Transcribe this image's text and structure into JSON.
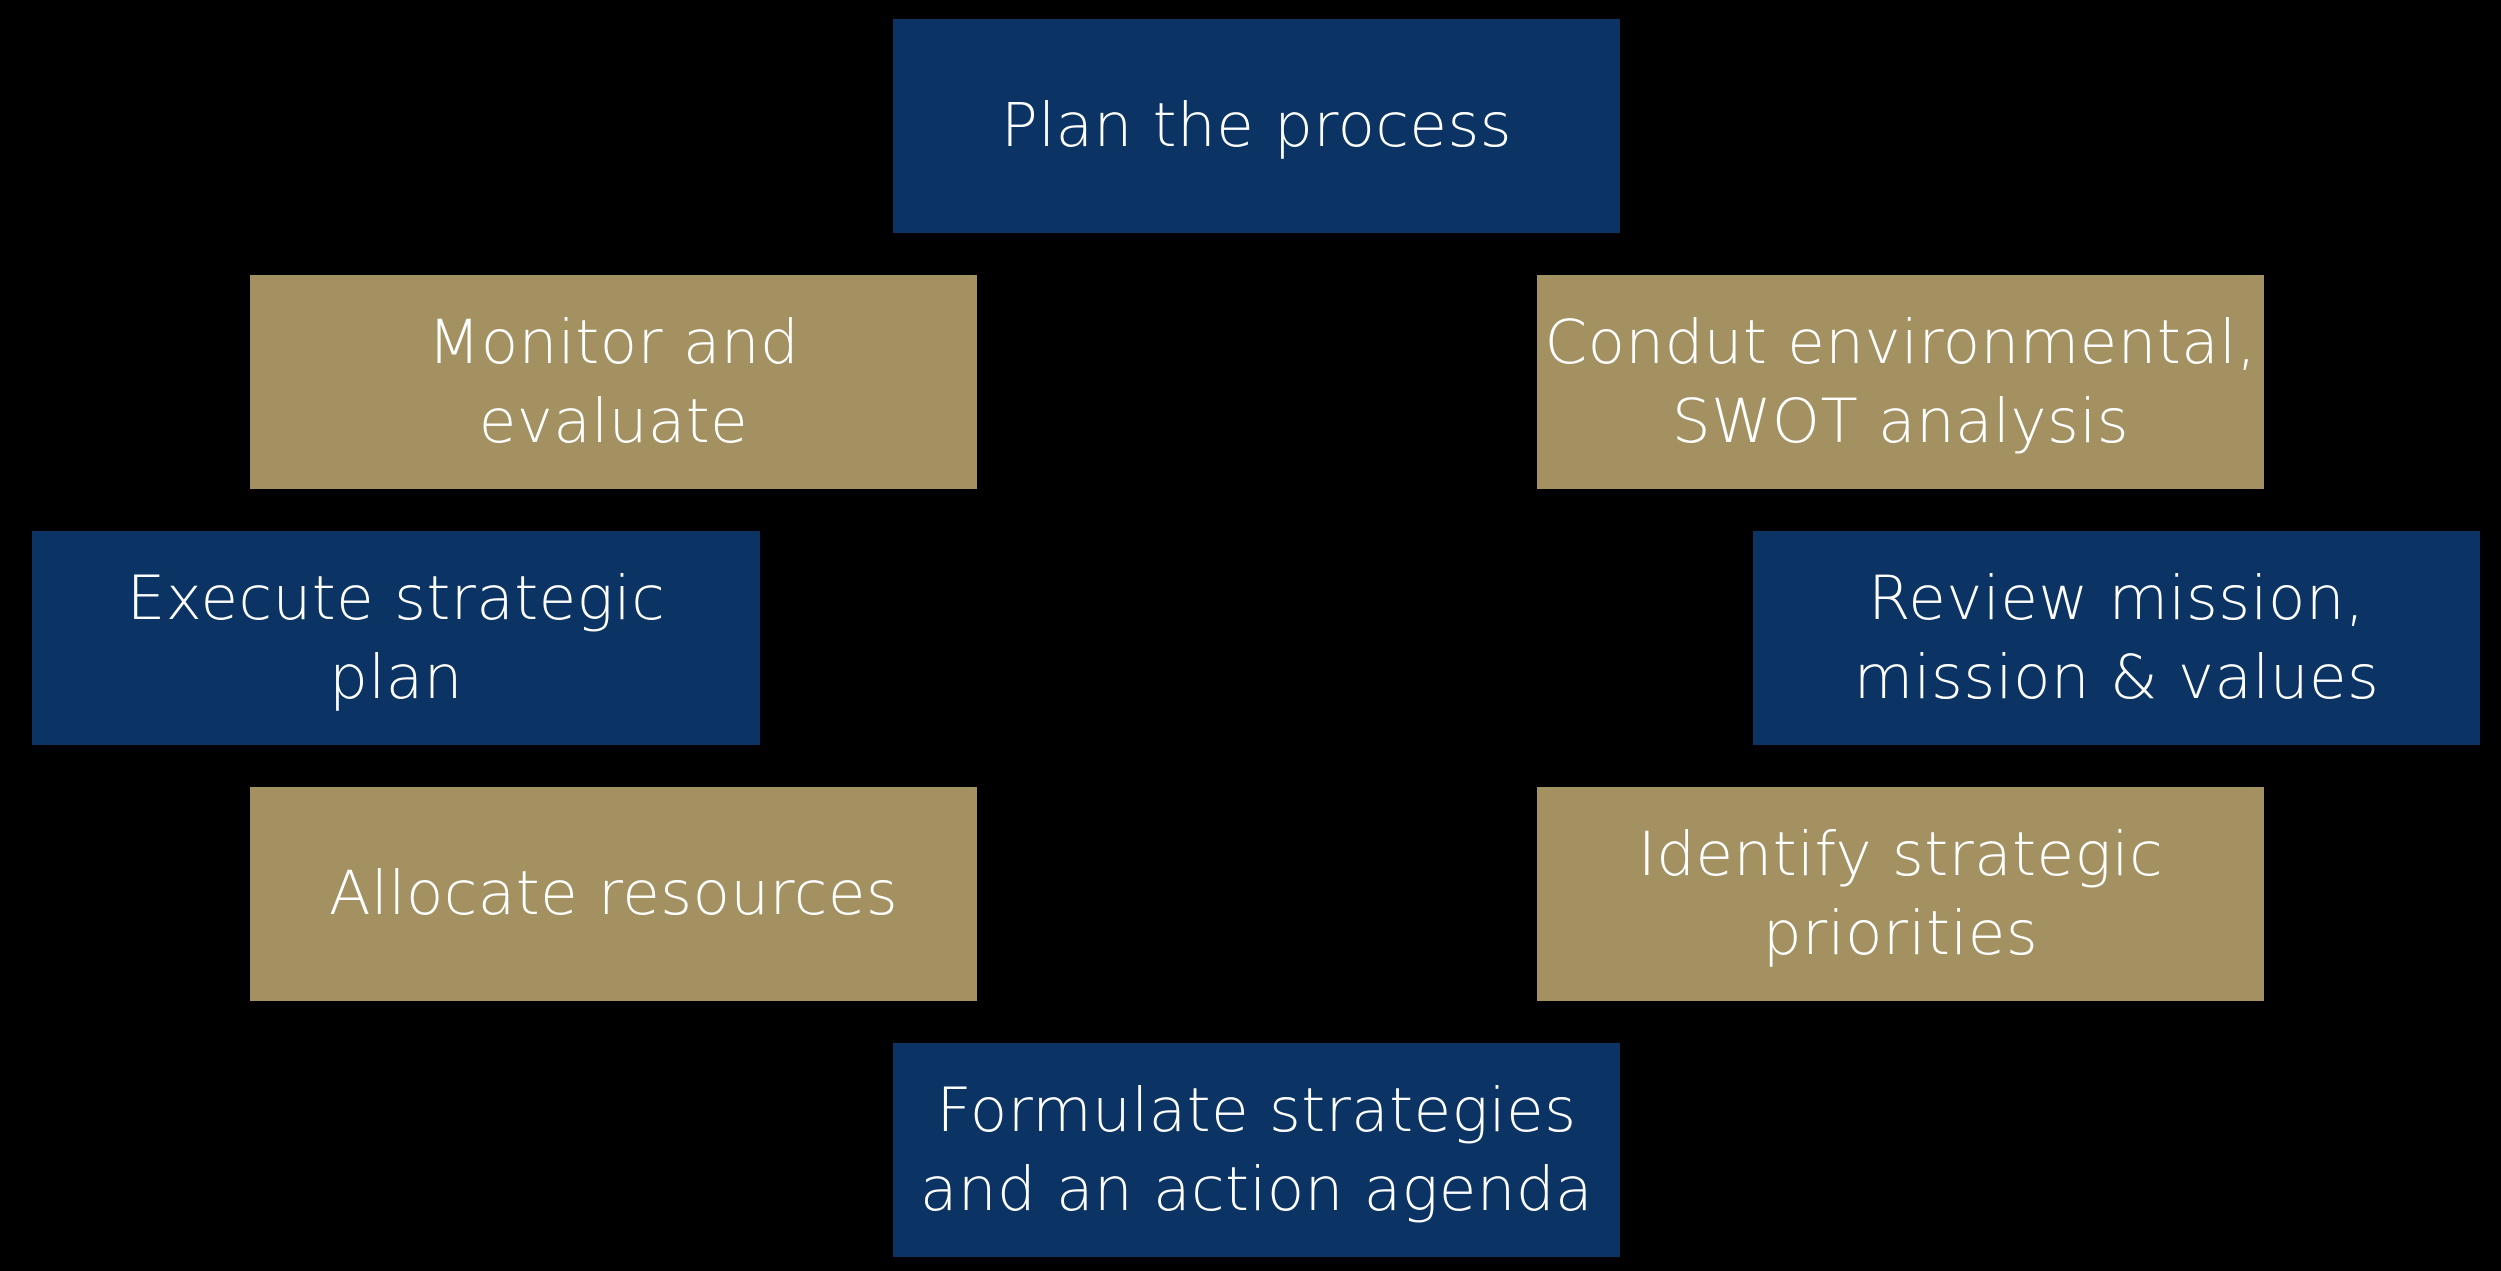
{
  "palette": {
    "background": "#000000",
    "navy": "#0b3464",
    "gold": "#a39161",
    "text": "#ffffff"
  },
  "diagram": {
    "type": "cycle",
    "steps": [
      {
        "label": "Plan the process",
        "color": "navy",
        "position": "top"
      },
      {
        "label": "Condut environmental,\nSWOT analysis",
        "color": "gold",
        "position": "upper-right"
      },
      {
        "label": "Review mission,\nmission & values",
        "color": "navy",
        "position": "right"
      },
      {
        "label": "Identify strategic\npriorities",
        "color": "gold",
        "position": "lower-right"
      },
      {
        "label": "Formulate strategies\nand an action agenda",
        "color": "navy",
        "position": "bottom"
      },
      {
        "label": "Allocate resources",
        "color": "gold",
        "position": "lower-left"
      },
      {
        "label": "Execute strategic\nplan",
        "color": "navy",
        "position": "left"
      },
      {
        "label": "Monitor and\nevaluate",
        "color": "gold",
        "position": "upper-left"
      }
    ]
  }
}
